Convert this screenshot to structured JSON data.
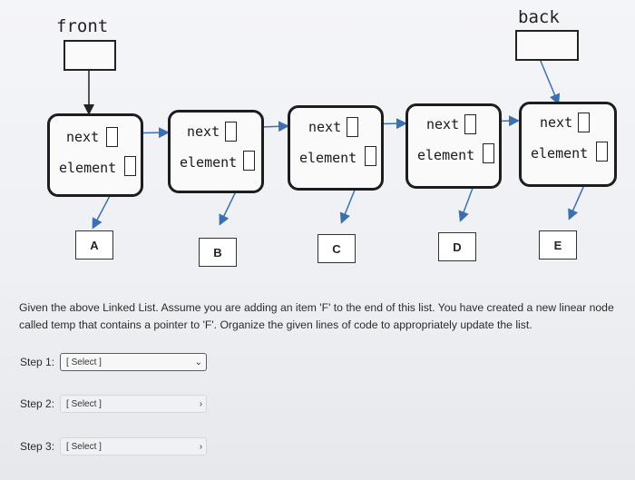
{
  "diagram": {
    "front_label": "front",
    "back_label": "back",
    "nodes": [
      {
        "next_label": "next",
        "element_label": "element",
        "value": "A"
      },
      {
        "next_label": "next",
        "element_label": "element",
        "value": "B"
      },
      {
        "next_label": "next",
        "element_label": "element",
        "value": "C"
      },
      {
        "next_label": "next",
        "element_label": "element",
        "value": "D"
      },
      {
        "next_label": "next",
        "element_label": "element",
        "value": "E"
      }
    ]
  },
  "question": {
    "text": "Given the above Linked List. Assume you are adding an item 'F' to the end of this list. You have created a new linear node called temp that contains a pointer to 'F'. Organize the given lines of code to appropriately update the list."
  },
  "steps": [
    {
      "label": "Step 1:",
      "select_value": "[ Select ]"
    },
    {
      "label": "Step 2:",
      "select_value": "[ Select ]"
    },
    {
      "label": "Step 3:",
      "select_value": "[ Select ]"
    }
  ]
}
